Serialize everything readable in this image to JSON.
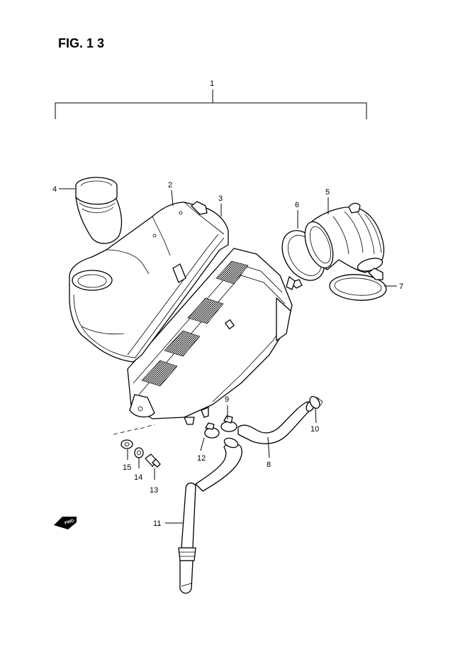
{
  "figure": {
    "title": "FIG. 1 3",
    "fwd_label": "FWD"
  },
  "callouts": [
    {
      "id": "1",
      "label": "1"
    },
    {
      "id": "2",
      "label": "2"
    },
    {
      "id": "3",
      "label": "3"
    },
    {
      "id": "4",
      "label": "4"
    },
    {
      "id": "5",
      "label": "5"
    },
    {
      "id": "6",
      "label": "6"
    },
    {
      "id": "7",
      "label": "7"
    },
    {
      "id": "8",
      "label": "8"
    },
    {
      "id": "9",
      "label": "9"
    },
    {
      "id": "10",
      "label": "10"
    },
    {
      "id": "11",
      "label": "11"
    },
    {
      "id": "12",
      "label": "12"
    },
    {
      "id": "13",
      "label": "13"
    },
    {
      "id": "14",
      "label": "14"
    },
    {
      "id": "15",
      "label": "15"
    }
  ]
}
